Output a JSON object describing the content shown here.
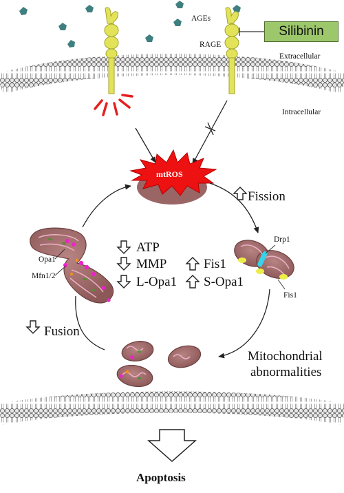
{
  "labels": {
    "ages": "AGEs",
    "rage": "RAGE",
    "silibinin": "Silibinin",
    "extracellular": "Extracellular",
    "intracellular": "Intracellular",
    "mtros": "mtROS",
    "fission": "Fission",
    "fusion": "Fusion",
    "drp1": "Drp1",
    "fis1_small": "Fis1",
    "opa1": "Opa1",
    "mfn12": "Mfn1/2",
    "atp": "ATP",
    "mmp": "MMP",
    "l_opa1": "L-Opa1",
    "fis1": "Fis1",
    "s_opa1": "S-Opa1",
    "mito_abn_1": "Mitochondrial",
    "mito_abn_2": "abnormalities",
    "apoptosis": "Apoptosis"
  },
  "colors": {
    "receptor": "#e3e35a",
    "ages_particle": "#3f7f80",
    "silibinin_box": "#9dc76b",
    "mito_body": "#9a6565",
    "mtros_burst": "#ee1111",
    "fis1_dot": "#eded4a",
    "drp1_band": "#36d4e8",
    "mfn_dot": "#ee22cc",
    "opa1_dot": "#ee9020"
  }
}
